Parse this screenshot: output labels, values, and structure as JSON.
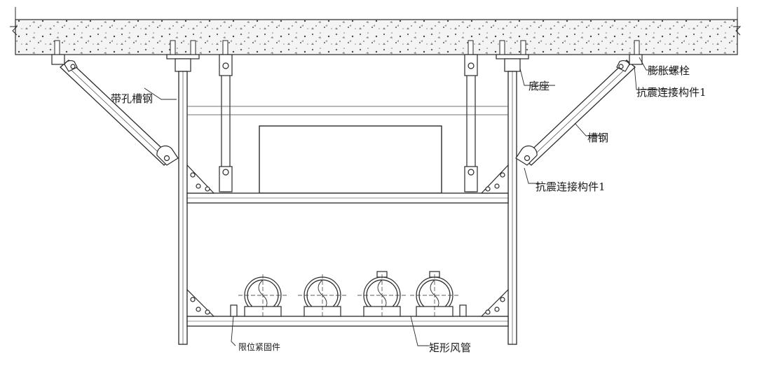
{
  "labels": {
    "expansion_bolt": "膨胀螺栓",
    "seismic_connector_top": "抗震连接构件1",
    "slotted_channel": "带孔槽钢",
    "base": "底座",
    "channel_steel": "槽钢",
    "seismic_connector_mid": "抗震连接构件1",
    "limit_fastener": "限位紧固件",
    "rect_duct": "矩形风管"
  },
  "colors": {
    "line": "#2a2a2a",
    "slab_fill": "#f3f3f3",
    "background": "#ffffff"
  }
}
